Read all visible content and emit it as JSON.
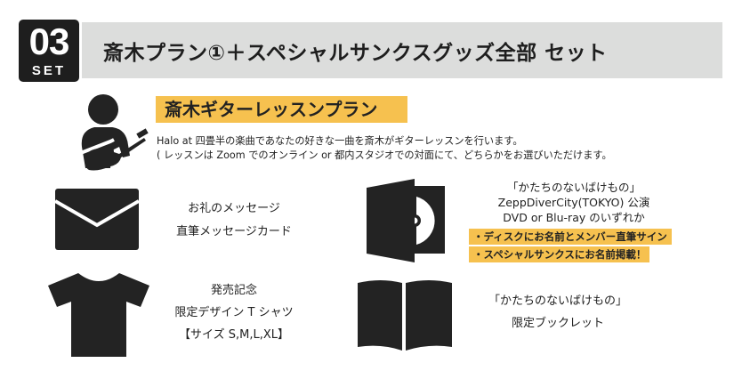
{
  "header": {
    "badge_number": "03",
    "badge_label": "SET",
    "title": "斎木プラン①＋スペシャルサンクスグッズ全部 セット"
  },
  "plan": {
    "icon": "guitar-player-icon",
    "label": "斎木ギターレッスンプラン",
    "description_lines": [
      "Halo at 四畳半の楽曲であなたの好きな一曲を斎木がギターレッスンを行います。",
      "( レッスンは Zoom でのオンライン or 都内スタジオでの対面にて、どちらかをお選びいただけます。"
    ]
  },
  "items": [
    {
      "icon": "envelope-icon",
      "lines": [
        "お礼のメッセージ",
        "直筆メッセージカード"
      ]
    },
    {
      "icon": "dvd-case-icon",
      "lines": [
        "「かたちのないばけもの」",
        "ZeppDiverCity(TOKYO) 公演",
        "DVD or Blu-ray のいずれか"
      ],
      "tags": [
        "・ディスクにお名前とメンバー直筆サイン",
        "・スペシャルサンクスにお名前掲載！"
      ]
    },
    {
      "icon": "t-shirt-icon",
      "lines": [
        "発売記念",
        "限定デザイン T シャツ",
        "【サイズ S,M,L,XL】"
      ]
    },
    {
      "icon": "booklet-icon",
      "lines": [
        "「かたちのないばけもの」",
        "限定ブックレット"
      ]
    }
  ],
  "colors": {
    "badge_bg": "#1e1e1e",
    "title_bar_bg": "#dcdddc",
    "accent_yellow": "#f6c14f",
    "icon_fill": "#232323",
    "text": "#222222"
  }
}
